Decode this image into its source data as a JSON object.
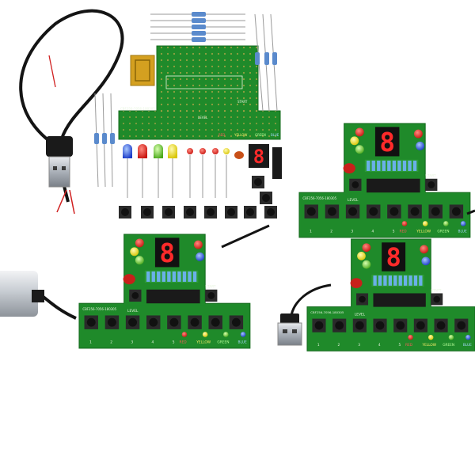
{
  "pcb": {
    "board_code": "CBF256-7056-180305",
    "level_label": "LEVEL",
    "start_label": "START",
    "display_digit": "8",
    "key_numbers": [
      "1",
      "2",
      "3",
      "4",
      "5"
    ],
    "color_labels": [
      "RED",
      "YELLOW",
      "GREEN",
      "BLUE"
    ]
  },
  "colors": {
    "pcb_green": "#1f8a2a",
    "pcb_edge": "#156b1e",
    "solder_mask_text": "#e8f5e0",
    "led_red": "#e0201a",
    "led_yellow": "#f2e21a",
    "led_green": "#7ad62a",
    "led_blue": "#2a5ae0",
    "ic_black": "#1a1a1a",
    "usb_metal": "#b8bcc2"
  },
  "icons": [
    "usb-cable-icon",
    "power-bank-icon",
    "led-icon",
    "resistor-icon",
    "pushbutton-icon",
    "seven-segment-icon",
    "ic-chip-icon"
  ]
}
